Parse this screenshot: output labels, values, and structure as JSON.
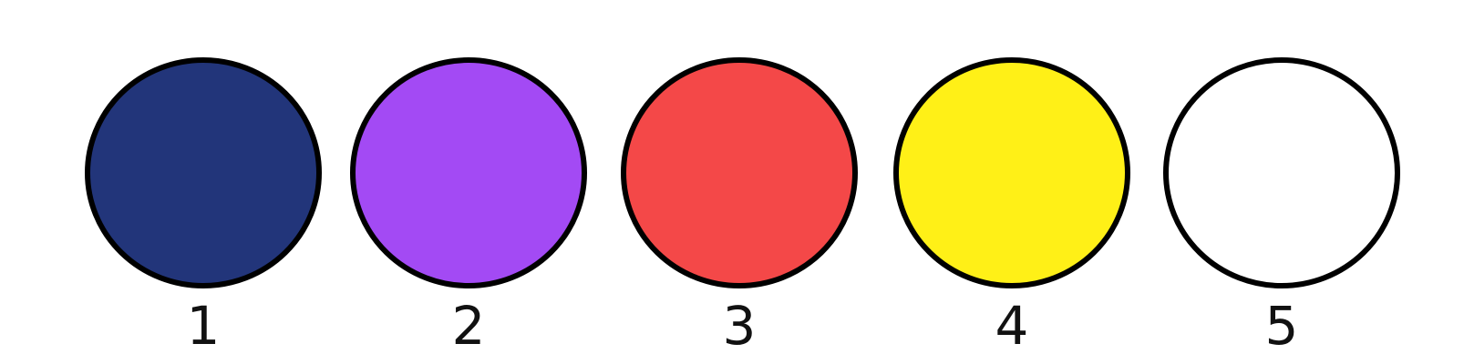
{
  "circles": [
    {
      "label": "1",
      "fill": "#22357a"
    },
    {
      "label": "2",
      "fill": "#a34af4"
    },
    {
      "label": "3",
      "fill": "#f44848"
    },
    {
      "label": "4",
      "fill": "#fff017"
    },
    {
      "label": "5",
      "fill": "#ffffff"
    }
  ],
  "stroke_color": "#000000"
}
